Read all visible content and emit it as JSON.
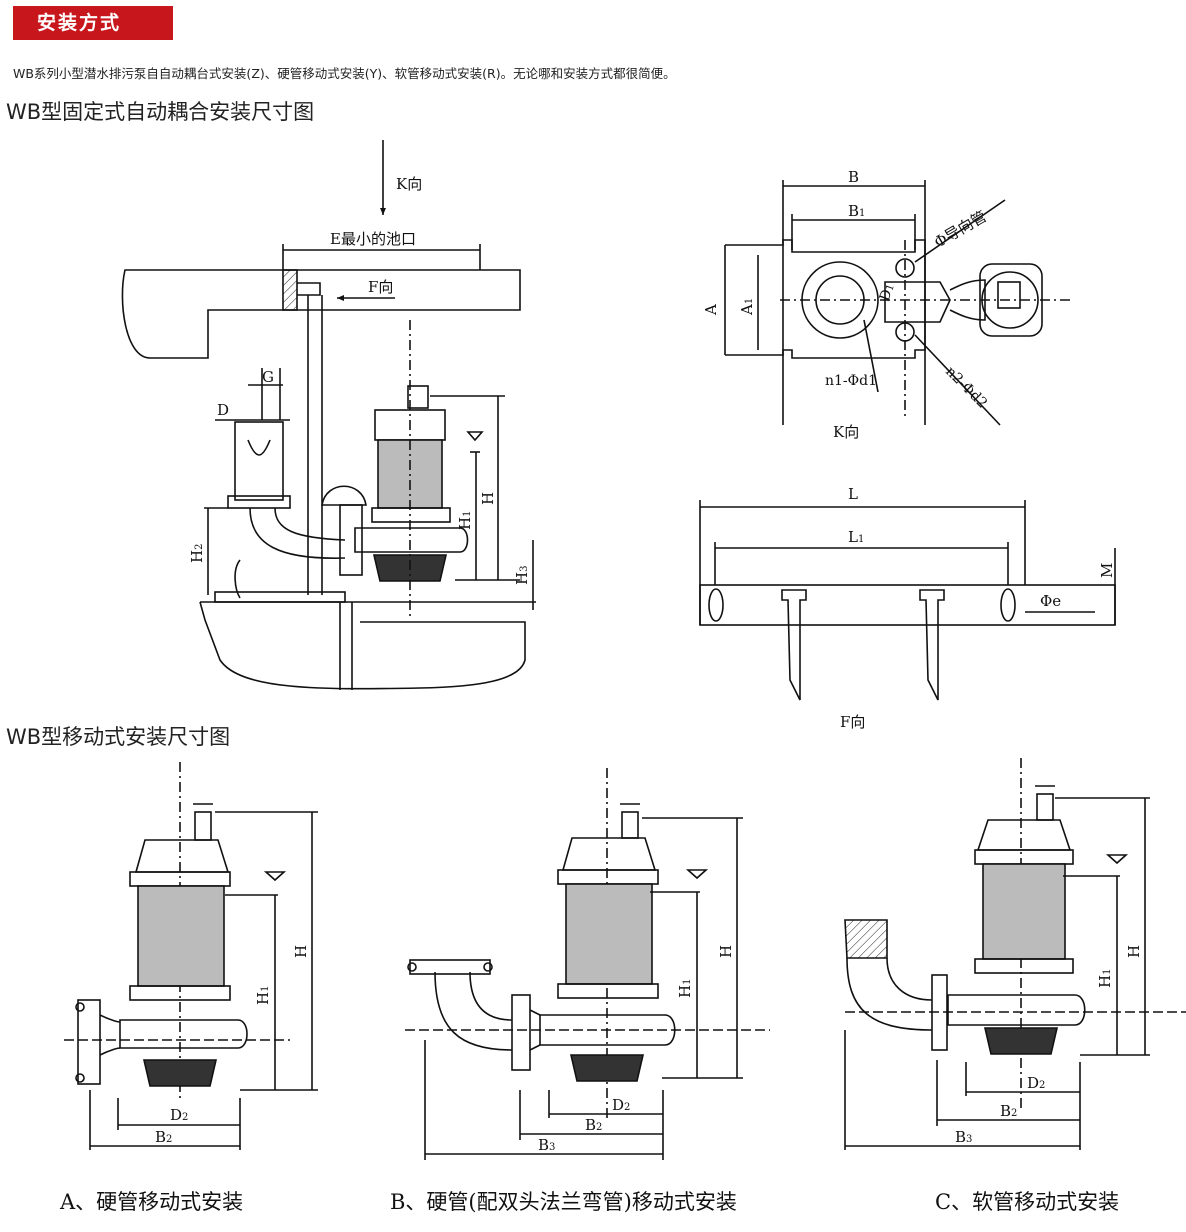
{
  "header": {
    "tag": "安装方式",
    "intro": "WB系列小型潜水排污泵自自动耦台式安装(Z)、硬管移动式安装(Y)、软管移动式安装(R)。无论哪和安装方式都很简便。"
  },
  "sections": {
    "fixed_title": "WB型固定式自动耦合安装尺寸图",
    "mobile_title": "WB型移动式安装尺寸图"
  },
  "labels": {
    "k_dir": "K向",
    "e_min": "E最小的池口",
    "f_dir": "F向",
    "G": "G",
    "D": "D",
    "H": "H",
    "H1": "H",
    "H2": "H",
    "H3": "H",
    "sub1": "1",
    "sub2": "2",
    "sub3": "3",
    "B": "B",
    "B1": "B",
    "A": "A",
    "A1": "A",
    "D1": "D",
    "guide": "Φ导向管",
    "n1d1": "n1-Φd1",
    "n2d2": "n2-Φd2",
    "K_dir2": "K向",
    "L": "L",
    "L1": "L",
    "M": "M",
    "phi_e": "Φe",
    "f_dir2": "F向",
    "D2": "D",
    "B2": "B",
    "B3": "B"
  },
  "captions": {
    "a": "A、硬管移动式安装",
    "b": "B、硬管(配双头法兰弯管)移动式安装",
    "c": "C、软管移动式安装"
  }
}
